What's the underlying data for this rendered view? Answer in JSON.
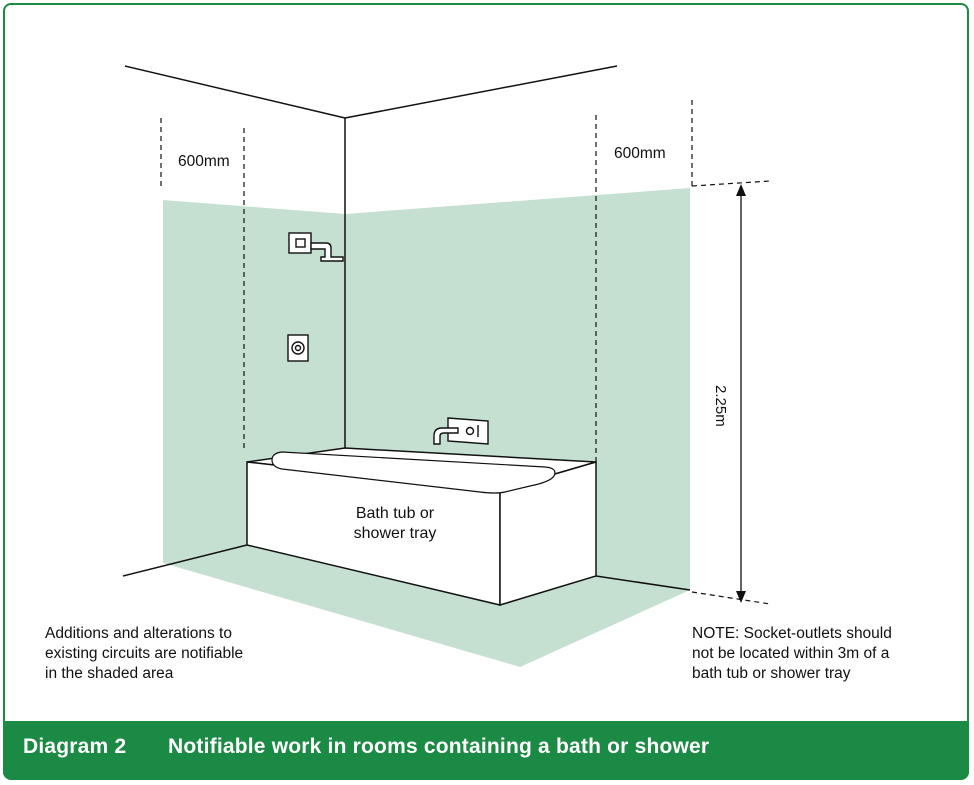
{
  "labels": {
    "zone_left_width": "600mm",
    "zone_right_width": "600mm",
    "zone_height": "2.25m",
    "bath_line1": "Bath tub or",
    "bath_line2": "shower tray"
  },
  "notes": {
    "left": [
      "Additions and alterations to",
      "existing circuits are notifiable",
      "in the shaded area"
    ],
    "right": [
      "NOTE: Socket-outlets should",
      "not be located within 3m of a",
      "bath tub or shower tray"
    ]
  },
  "caption": {
    "number": "Diagram 2",
    "title": "Notifiable work in rooms containing a bath or shower"
  },
  "colors": {
    "zone_fill": "#c5e0d0",
    "brand_green": "#1b8a44",
    "line": "#111111"
  }
}
